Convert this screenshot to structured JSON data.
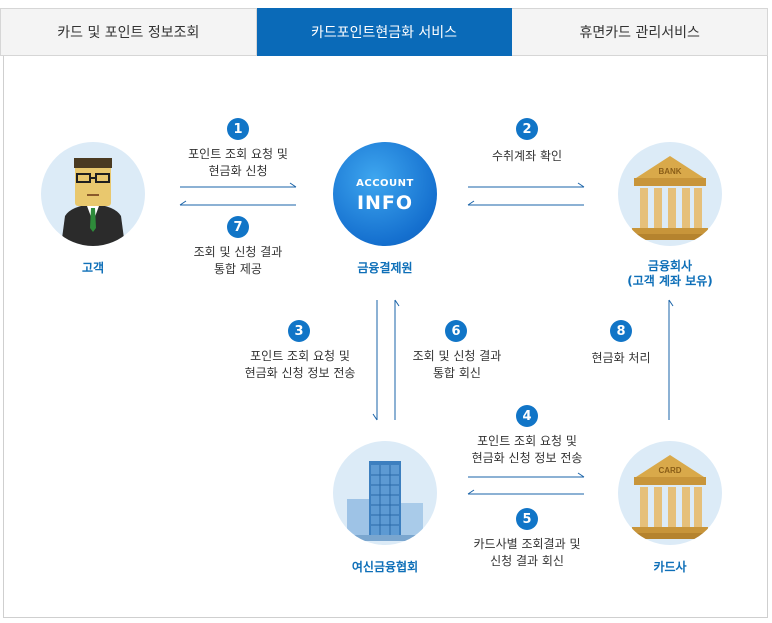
{
  "tabs": [
    {
      "label": "카드 및 포인트 정보조회",
      "active": false
    },
    {
      "label": "카드포인트현금화 서비스",
      "active": true
    },
    {
      "label": "휴면카드 관리서비스",
      "active": false
    }
  ],
  "nodes": {
    "customer": {
      "label": "고객"
    },
    "center": {
      "label": "금융결제원",
      "logo_line1": "ACCOUNT",
      "logo_line2": "INFO"
    },
    "bank": {
      "label_line1": "금융회사",
      "label_line2": "(고객 계좌 보유)",
      "sign": "BANK"
    },
    "assoc": {
      "label": "여신금융협회"
    },
    "card": {
      "label": "카드사",
      "sign": "CARD"
    }
  },
  "steps": [
    {
      "num": "1",
      "line1": "포인트 조회 요청 및",
      "line2": "현금화 신청"
    },
    {
      "num": "2",
      "line1": "수취계좌 확인",
      "line2": ""
    },
    {
      "num": "3",
      "line1": "포인트 조회 요청 및",
      "line2": "현금화 신청 정보 전송"
    },
    {
      "num": "4",
      "line1": "포인트 조회 요청 및",
      "line2": "현금화 신청 정보 전송"
    },
    {
      "num": "5",
      "line1": "카드사별 조회결과 및",
      "line2": "신청 결과 회신"
    },
    {
      "num": "6",
      "line1": "조회 및 신청 결과",
      "line2": "통합 회신"
    },
    {
      "num": "7",
      "line1": "조회 및 신청 결과",
      "line2": "통합 제공"
    },
    {
      "num": "8",
      "line1": "현금화 처리",
      "line2": ""
    }
  ],
  "colors": {
    "accent": "#0a6ab8",
    "step": "#1175c7",
    "node_label": "#0e6fb8",
    "circle_bg": "#dcebf7"
  }
}
